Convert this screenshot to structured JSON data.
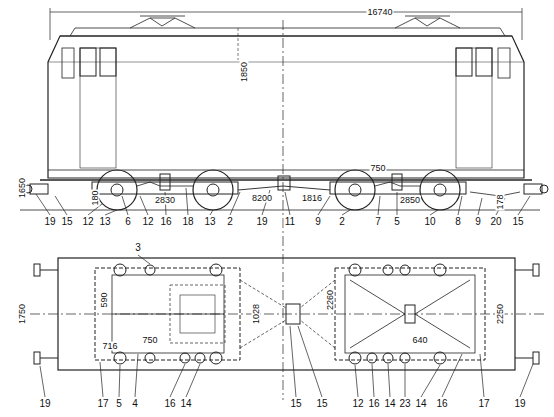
{
  "diagram": {
    "labels": [
      "16740",
      "1650",
      "180",
      "2830",
      "8200",
      "1816",
      "750",
      "2850",
      "178",
      "1850",
      "19",
      "15",
      "12",
      "13",
      "6",
      "12",
      "16",
      "18",
      "13",
      "2",
      "19",
      "11",
      "9",
      "2",
      "7",
      "5",
      "10",
      "8",
      "9",
      "20",
      "15",
      "3",
      "1750",
      "590",
      "1028",
      "716",
      "750",
      "2260",
      "2250",
      "640",
      "19",
      "17",
      "5",
      "4",
      "16",
      "14",
      "15",
      "15",
      "12",
      "16",
      "14",
      "23",
      "14",
      "16",
      "17",
      "19"
    ]
  }
}
